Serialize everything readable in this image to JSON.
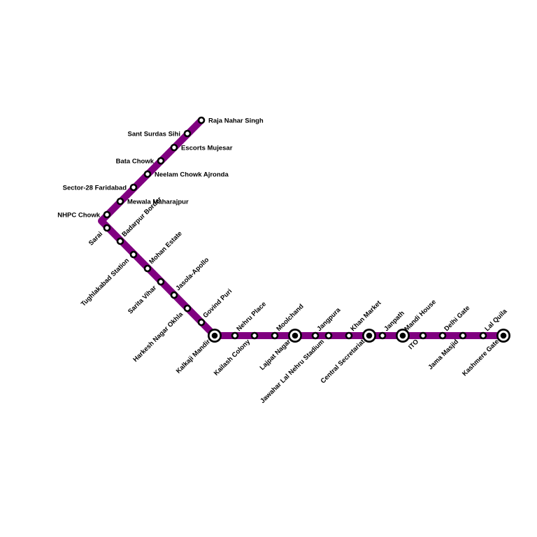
{
  "line": {
    "color": "#800080"
  },
  "stations": [
    {
      "name": "Raja Nahar Singh",
      "type": "regular"
    },
    {
      "name": "Sant Surdas Sihi",
      "type": "regular"
    },
    {
      "name": "Escorts Mujesar",
      "type": "regular"
    },
    {
      "name": "Bata Chowk",
      "type": "regular"
    },
    {
      "name": "Neelam Chowk Ajronda",
      "type": "regular"
    },
    {
      "name": "Sector-28 Faridabad",
      "type": "regular"
    },
    {
      "name": "Mewala Maharajpur",
      "type": "regular"
    },
    {
      "name": "NHPC Chowk",
      "type": "regular"
    },
    {
      "name": "Sarai",
      "type": "regular"
    },
    {
      "name": "Badarpur Border",
      "type": "regular"
    },
    {
      "name": "Tughlakabad Station",
      "type": "regular"
    },
    {
      "name": "Mohan Estate",
      "type": "regular"
    },
    {
      "name": "Sarita Vihar",
      "type": "regular"
    },
    {
      "name": "Jasola-Apollo",
      "type": "regular"
    },
    {
      "name": "Harkesh Nagar Okhla",
      "type": "regular"
    },
    {
      "name": "Govind Puri",
      "type": "regular"
    },
    {
      "name": "Kalkaji Mandir",
      "type": "interchange"
    },
    {
      "name": "Nehru Place",
      "type": "regular"
    },
    {
      "name": "Kailash Colony",
      "type": "regular"
    },
    {
      "name": "Moolchand",
      "type": "regular"
    },
    {
      "name": "Lajpat Nagar",
      "type": "interchange"
    },
    {
      "name": "Jangpura",
      "type": "regular"
    },
    {
      "name": "Jawahar Lal Nehru Stadium",
      "type": "regular"
    },
    {
      "name": "Khan Market",
      "type": "regular"
    },
    {
      "name": "Central Secretariat",
      "type": "interchange"
    },
    {
      "name": "Janpath",
      "type": "regular"
    },
    {
      "name": "Mandi House",
      "type": "interchange"
    },
    {
      "name": "ITO",
      "type": "regular"
    },
    {
      "name": "Delhi Gate",
      "type": "regular"
    },
    {
      "name": "Jama Masjid",
      "type": "regular"
    },
    {
      "name": "Lal Quila",
      "type": "regular"
    },
    {
      "name": "Kashmere Gate",
      "type": "interchange"
    }
  ]
}
